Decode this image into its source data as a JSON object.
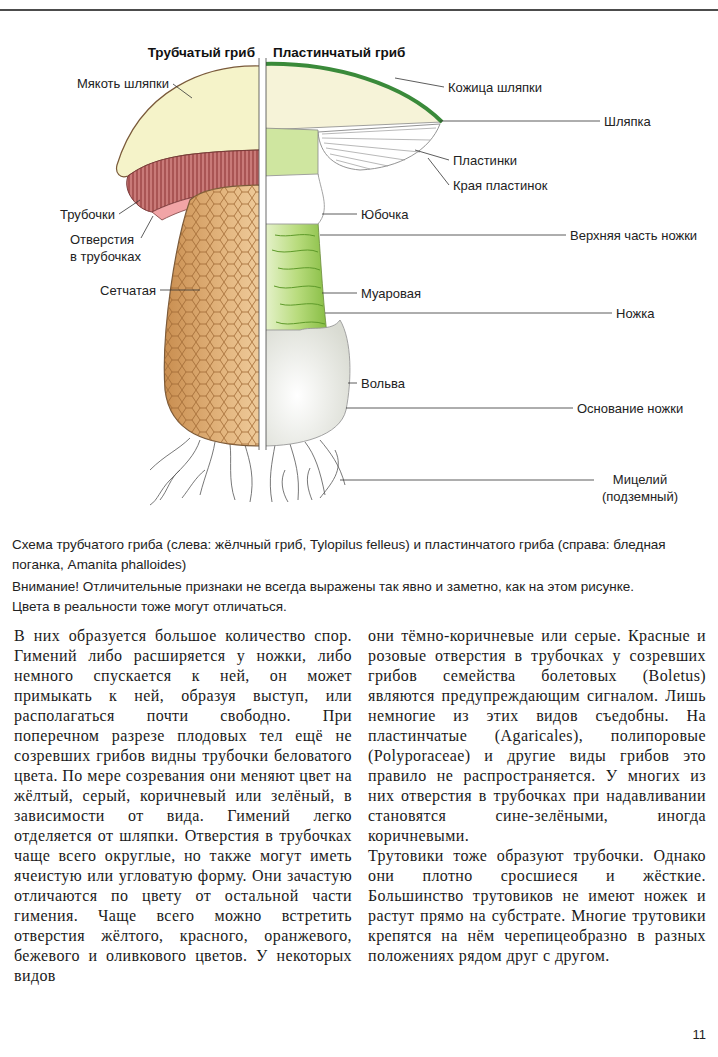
{
  "diagram": {
    "caption": "Схема трубчатого гриба (слева: жёлчный гриб, Tylopilus felleus) и пластинчатого гриба (справа: бледная поганка, Amanita phalloides)",
    "labels": [
      "Трубчатый гриб",
      "Пластинчатый гриб",
      "Мякоть шляпки",
      "Кожица шляпки",
      "Шляпка",
      "Пластинки",
      "Края пластинок",
      "Трубочки",
      "Юбочка",
      "Отверстия в трубочках",
      "Верхняя часть ножки",
      "Сетчатая",
      "Муаровая",
      "Ножка",
      "Вольва",
      "Основание ножки",
      "Мицелий (подземный)",
      "Внимание! Отличительные признаки не всегда выражены так явно и заметно, как на этом рисунке.",
      "Цвета в реальности тоже могут отличаться.",
      "В них образуется большое количество спор. Гимений либо расширяется у ножки, либо немного спускается к ней, он может примыкать к ней, образуя выступ, или располагаться почти свободно. При поперечном разрезе плодовых тел ещё не созревших грибов видны трубочки беловатого цвета. По мере созревания они меняют цвет на жёлтый, серый, коричневый или зелёный, в зависимости от вида. Гимений легко отделяется от шляпки. Отверстия в трубочках чаще всего округлые, но также могут иметь ячеистую или угловатую форму. Они зачастую отличаются по цвету от остальной части гимения. Чаще всего можно встретить отверстия жёлтого, красного, оранжевого, бежевого и оливкового цветов. У некоторых видов",
      "они тёмно-коричневые или серые. Красные и розовые отверстия в трубочках у созревших грибов семейства болетовых (Boletus) являются предупреждающим сигналом. Лишь немногие из этих видов съедобны. На пластинчатые (Agaricales), полипоровые (Polyporaceae) и другие виды грибов это правило не распространяется. У многих из них отверстия в трубочках при надавливании становятся сине-зелёными, иногда коричневыми.",
      "Трутовики тоже образуют трубочки. Однако они плотно сросшиеся и жёсткие. Большинство трутовиков не имеют ножек и растут прямо на субстрате. Многие трутовики крепятся на нём черепицеобразно в разных положениях рядом друг с другом.",
      "11"
    ]
  }
}
